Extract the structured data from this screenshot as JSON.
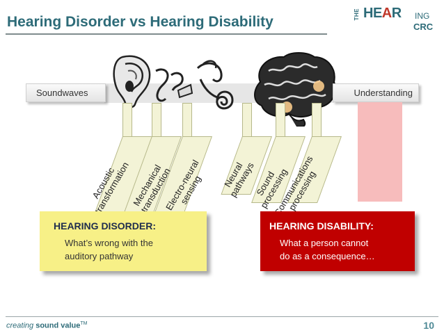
{
  "slide": {
    "title": "Hearing Disorder vs Hearing Disability",
    "page_number": "10"
  },
  "logo": {
    "the": "THE",
    "he": "HE",
    "a": "A",
    "r": "R",
    "ing": "ING",
    "crc": "CRC"
  },
  "pathway": {
    "start_label": "Soundwaves",
    "end_label": "Understanding",
    "stages": [
      {
        "line1": "Acoustic",
        "line2": "transformation"
      },
      {
        "line1": "Mechanical",
        "line2": "transduction"
      },
      {
        "line1": "Electro-neural",
        "line2": "sensing"
      },
      {
        "line1": "Neural",
        "line2": "pathways"
      },
      {
        "line1": "Sound",
        "line2": "processing"
      },
      {
        "line1": "Communications",
        "line2": "processing"
      }
    ]
  },
  "disorder": {
    "heading": "HEARING DISORDER:",
    "line1": "What’s wrong with the",
    "line2": "auditory pathway"
  },
  "disability": {
    "heading": "HEARING DISABILITY:",
    "line1": "What a person cannot",
    "line2": "do as a consequence…"
  },
  "footer": {
    "prefix": "creating",
    "brand": "sound value",
    "mark": "TM"
  },
  "colors": {
    "title": "#2d6b78",
    "disorder_box": "#f7f087",
    "disability_box": "#c00000",
    "stage_fill": "#f3f3d6",
    "understanding_bar": "#f7bcbc"
  }
}
